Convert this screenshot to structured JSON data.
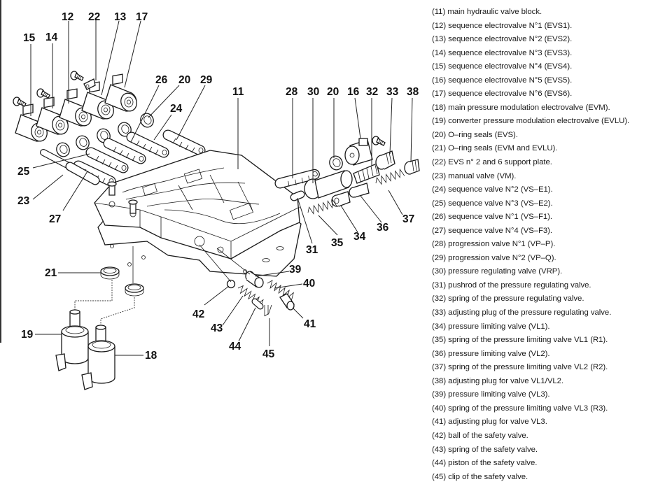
{
  "figure": {
    "type": "exploded-parts-diagram",
    "subject": "hydraulic valve block components",
    "callouts": [
      "11",
      "12",
      "13",
      "14",
      "15",
      "16",
      "17",
      "18",
      "19",
      "20",
      "20",
      "21",
      "22",
      "23",
      "24",
      "25",
      "26",
      "27",
      "28",
      "29",
      "30",
      "31",
      "32",
      "33",
      "34",
      "35",
      "36",
      "37",
      "38",
      "39",
      "40",
      "41",
      "42",
      "43",
      "44",
      "45"
    ]
  },
  "callouts": {
    "c11": "11",
    "c12": "12",
    "c13": "13",
    "c14": "14",
    "c15": "15",
    "c16": "16",
    "c17": "17",
    "c18": "18",
    "c19": "19",
    "c20a": "20",
    "c20b": "20",
    "c21": "21",
    "c22": "22",
    "c23": "23",
    "c24": "24",
    "c25": "25",
    "c26": "26",
    "c27": "27",
    "c28": "28",
    "c29": "29",
    "c30": "30",
    "c31": "31",
    "c32": "32",
    "c33": "33",
    "c34": "34",
    "c35": "35",
    "c36": "36",
    "c37": "37",
    "c38": "38",
    "c39": "39",
    "c40": "40",
    "c41": "41",
    "c42": "42",
    "c43": "43",
    "c44": "44",
    "c45": "45"
  },
  "legend": [
    "(11) main hydraulic valve block.",
    "(12) sequence electrovalve N°1 (EVS1).",
    "(13) sequence electrovalve N°2 (EVS2).",
    "(14) sequence electrovalve N°3 (EVS3).",
    "(15) sequence electrovalve N°4 (EVS4).",
    "(16) sequence electrovalve N°5 (EVS5).",
    "(17) sequence electrovalve N°6 (EVS6).",
    "(18) main pressure modulation electrovalve (EVM).",
    "(19) converter pressure modulation electrovalve (EVLU).",
    "(20) O–ring seals (EVS).",
    "(21) O–ring seals (EVM and EVLU).",
    "(22) EVS n° 2 and 6 support plate.",
    "(23) manual valve (VM).",
    "(24) sequence valve N°2 (VS–E1).",
    "(25) sequence valve N°3 (VS–E2).",
    "(26) sequence valve N°1 (VS–F1).",
    "(27) sequence valve N°4 (VS–F3).",
    "(28) progression valve  N°1 (VP–P).",
    "(29) progression valve  N°2 (VP–Q).",
    "(30) pressure regulating valve (VRP).",
    "(31) pushrod of the pressure regulating valve.",
    "(32) spring of the pressure regulating valve.",
    "(33) adjusting plug of the pressure regulating valve.",
    "(34) pressure limiting valve (VL1).",
    "(35) spring of the pressure limiting valve VL1 (R1).",
    "(36) pressure limiting valve (VL2).",
    "(37) spring of the pressure limiting valve VL2 (R2).",
    "(38) adjusting plug for valve VL1/VL2.",
    "(39) pressure limiting valve (VL3).",
    "(40) spring of the pressure limiting valve VL3 (R3).",
    "(41) adjusting plug for valve VL3.",
    "(42) ball of the safety valve.",
    "(43) spring of the safety valve.",
    "(44) piston of the safety valve.",
    "(45) clip of the safety valve."
  ]
}
